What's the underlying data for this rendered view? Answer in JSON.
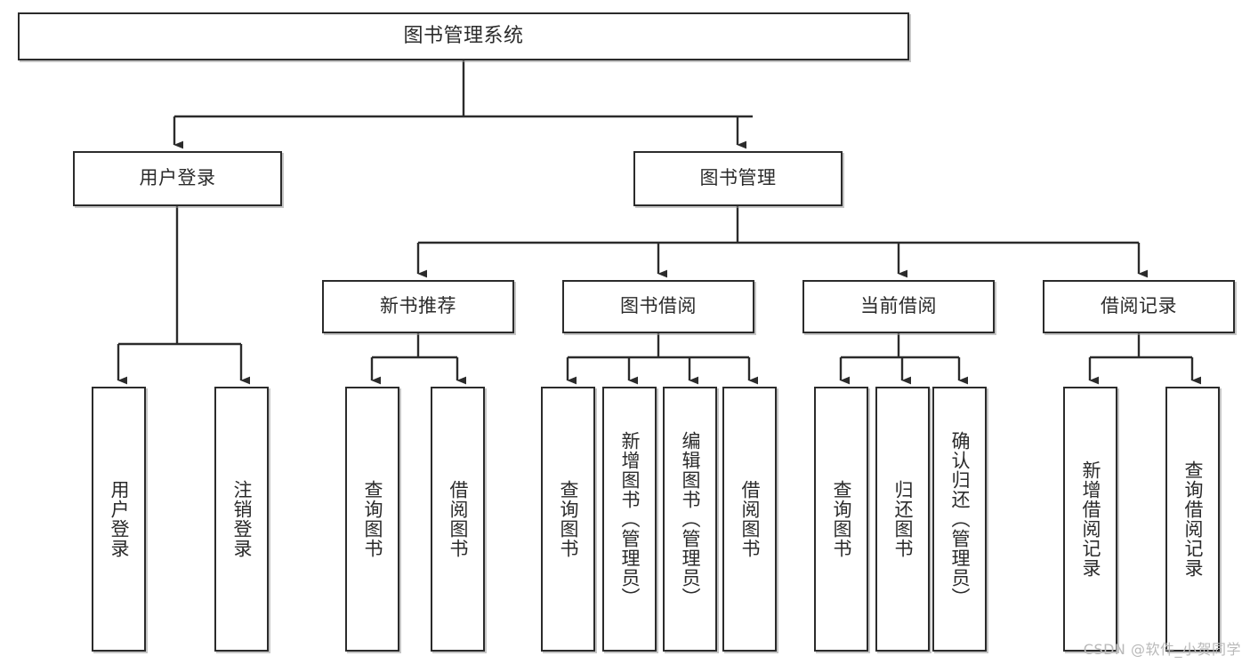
{
  "diagram": {
    "title": "图书管理系统",
    "type": "tree",
    "colors": {
      "box_border": "#2b2b2b",
      "box_fill": "#ffffff",
      "connector": "#2b2b2b",
      "text": "#2b2b2b",
      "watermark": "#b9b9b9",
      "background": "#ffffff"
    },
    "watermark": "CSDN @软件_小贺同学",
    "nodes": {
      "root": {
        "label": "图书管理系统"
      },
      "level2": [
        {
          "label": "用户登录"
        },
        {
          "label": "图书管理"
        }
      ],
      "level3": [
        {
          "label": "新书推荐"
        },
        {
          "label": "图书借阅"
        },
        {
          "label": "当前借阅"
        },
        {
          "label": "借阅记录"
        }
      ],
      "leaves": [
        {
          "label": "用户登录",
          "parent": "用户登录"
        },
        {
          "label": "注销登录",
          "parent": "用户登录"
        },
        {
          "label": "查询图书",
          "parent": "新书推荐"
        },
        {
          "label": "借阅图书",
          "parent": "新书推荐"
        },
        {
          "label": "查询图书",
          "parent": "图书借阅"
        },
        {
          "label": "新增图书（管理员）",
          "parent": "图书借阅"
        },
        {
          "label": "编辑图书（管理员）",
          "parent": "图书借阅"
        },
        {
          "label": "借阅图书",
          "parent": "图书借阅"
        },
        {
          "label": "查询图书",
          "parent": "当前借阅"
        },
        {
          "label": "归还图书",
          "parent": "当前借阅"
        },
        {
          "label": "确认归还（管理员）",
          "parent": "当前借阅"
        },
        {
          "label": "新增借阅记录",
          "parent": "借阅记录"
        },
        {
          "label": "查询借阅记录",
          "parent": "借阅记录"
        }
      ]
    }
  }
}
